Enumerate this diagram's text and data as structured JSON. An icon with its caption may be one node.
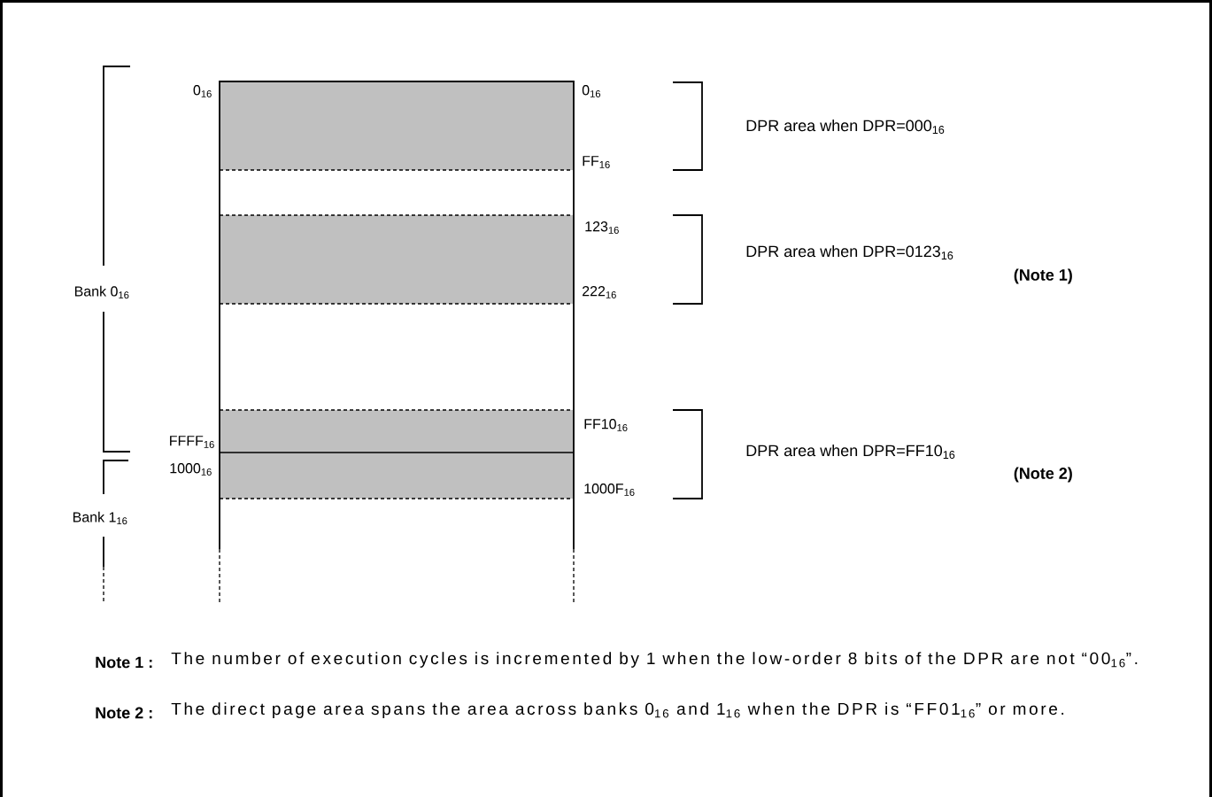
{
  "diagram": {
    "labels": [
      "0$_{16}$",
      "0$_{16}$",
      "DPR area when DPR=000$_{16}$",
      "FF$_{16}$",
      "123$_{16}$",
      "DPR area when DPR=0123$_{16}$",
      "Bank 0$_{16}$",
      "222$_{16}$",
      "(Note 1)",
      "FF10$_{16}$",
      "FFFF$_{16}$",
      "DPR area when DPR=FF10$_{16}$",
      "1000$_{16}$",
      "1000F$_{16}$",
      "(Note 2)",
      "Bank 1$_{16}$",
      "Note 1 :",
      "The number of execution cycles is incremented by 1 when the low-order 8 bits of the DPR are not “00$_{16}$”.",
      "Note 2 :",
      "The direct page area spans the area across banks 0$_{16}$ and 1$_{16}$ when the DPR is “FF01$_{16}$” or more."
    ]
  }
}
